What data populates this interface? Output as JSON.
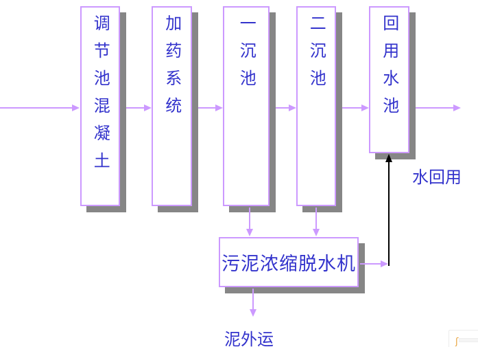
{
  "diagram": {
    "type": "process-flow",
    "boxes": [
      {
        "id": "regulating-tank",
        "label": "调节池混凝土"
      },
      {
        "id": "dosing-system",
        "label": "加药系统"
      },
      {
        "id": "primary-clarifier",
        "label": "一沉池"
      },
      {
        "id": "secondary-clarifier",
        "label": "二沉池"
      },
      {
        "id": "reuse-water-tank",
        "label": "回用水池"
      },
      {
        "id": "sludge-dewatering",
        "label": "污泥浓缩脱水机"
      }
    ],
    "labels": {
      "water_reuse": "水回用",
      "sludge_out": "泥外运"
    },
    "edges": [
      {
        "from": "inlet",
        "to": "regulating-tank"
      },
      {
        "from": "regulating-tank",
        "to": "dosing-system"
      },
      {
        "from": "dosing-system",
        "to": "primary-clarifier"
      },
      {
        "from": "primary-clarifier",
        "to": "secondary-clarifier"
      },
      {
        "from": "secondary-clarifier",
        "to": "reuse-water-tank"
      },
      {
        "from": "reuse-water-tank",
        "to": "outlet"
      },
      {
        "from": "primary-clarifier",
        "to": "sludge-dewatering"
      },
      {
        "from": "secondary-clarifier",
        "to": "sludge-dewatering"
      },
      {
        "from": "sludge-dewatering",
        "to": "reuse-water-tank",
        "note": "水回用"
      },
      {
        "from": "sludge-dewatering",
        "to": "sludge-out",
        "note": "泥外运"
      }
    ],
    "colors": {
      "box_border": "#CC99FF",
      "arrow": "#CC99FF",
      "text": "#3333CC",
      "shadow": "#868686",
      "black_arrow": "#000000",
      "corner_mark": "#E8A33D"
    }
  }
}
